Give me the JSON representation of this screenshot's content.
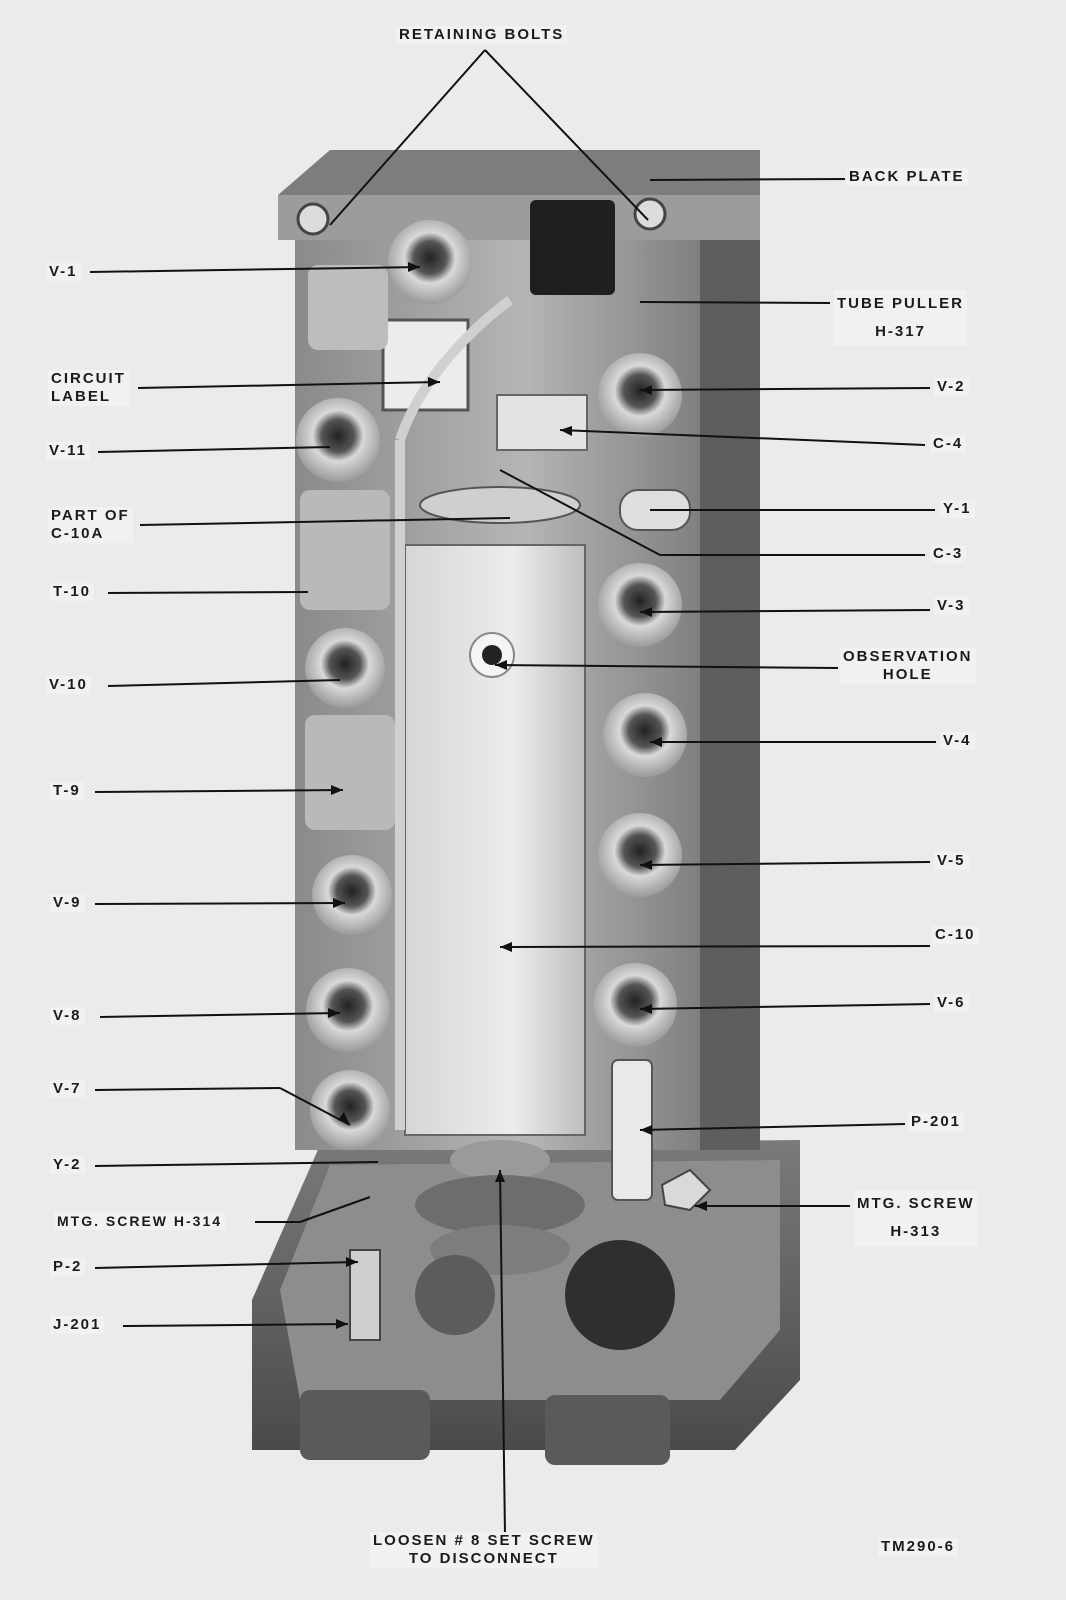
{
  "figure_number": "TM290-6",
  "labels": {
    "retaining_bolts": "RETAINING BOLTS",
    "back_plate": "BACK PLATE",
    "v1": "V-1",
    "tube_puller": "TUBE PULLER\nH-317",
    "circuit_label": "CIRCUIT\nLABEL",
    "v2": "V-2",
    "v11": "V-11",
    "c4": "C-4",
    "part_of_c10a": "PART OF\nC-10A",
    "y1": "Y-1",
    "c3": "C-3",
    "t10": "T-10",
    "v3": "V-3",
    "v10": "V-10",
    "observation_hole": "OBSERVATION\nHOLE",
    "v4": "V-4",
    "t9": "T-9",
    "v5": "V-5",
    "v9": "V-9",
    "c10": "C-10",
    "v8": "V-8",
    "v6": "V-6",
    "v7": "V-7",
    "p201": "P-201",
    "y2": "Y-2",
    "mtg_screw_h314": "MTG. SCREW  H-314",
    "mtg_screw_h313": "MTG. SCREW\nH-313",
    "p2": "P-2",
    "j201": "J-201",
    "loosen_set_screw": "LOOSEN # 8 SET SCREW\nTO DISCONNECT"
  }
}
